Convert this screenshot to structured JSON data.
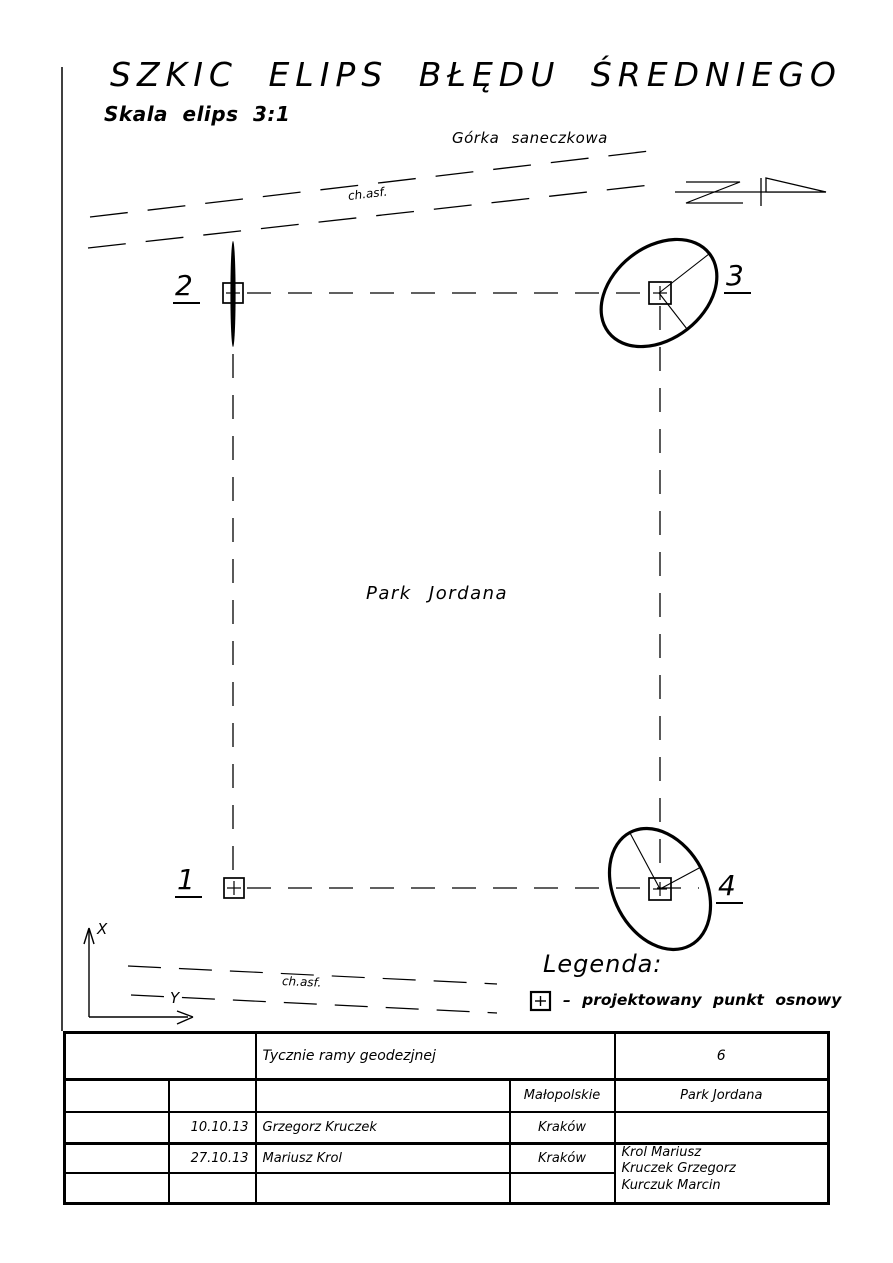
{
  "drawing": {
    "title": "SZKIC ELIPS BŁĘDU ŚREDNIEGO",
    "scale_note": "Skala elips 3:1",
    "top_road_name": "Górka saneczkowa",
    "road_surface_top": "ch.asf.",
    "road_surface_bottom": "ch.asf.",
    "area_label": "Park Jordana",
    "points": [
      {
        "id": "1"
      },
      {
        "id": "2"
      },
      {
        "id": "3"
      },
      {
        "id": "4"
      }
    ],
    "axes": {
      "x_label": "X",
      "y_label": "Y"
    }
  },
  "legend": {
    "title": "Legenda:",
    "item": "– projektowany punkt osnowy"
  },
  "title_block": {
    "task": "Tycznie ramy geodezjnej",
    "sheet_number": "6",
    "voivodeship": "Małopolskie",
    "object": "Park Jordana",
    "entries": [
      {
        "date": "10.10.13",
        "name": "Grzegorz Kruczek",
        "city": "Kraków"
      },
      {
        "date": "27.10.13",
        "name": "Mariusz Krol",
        "city": "Kraków"
      }
    ],
    "team": [
      "Krol Mariusz",
      "Kruczek Grzegorz",
      "Kurczuk Marcin"
    ]
  },
  "colors": {
    "ink": "#000000",
    "paper": "#ffffff"
  }
}
